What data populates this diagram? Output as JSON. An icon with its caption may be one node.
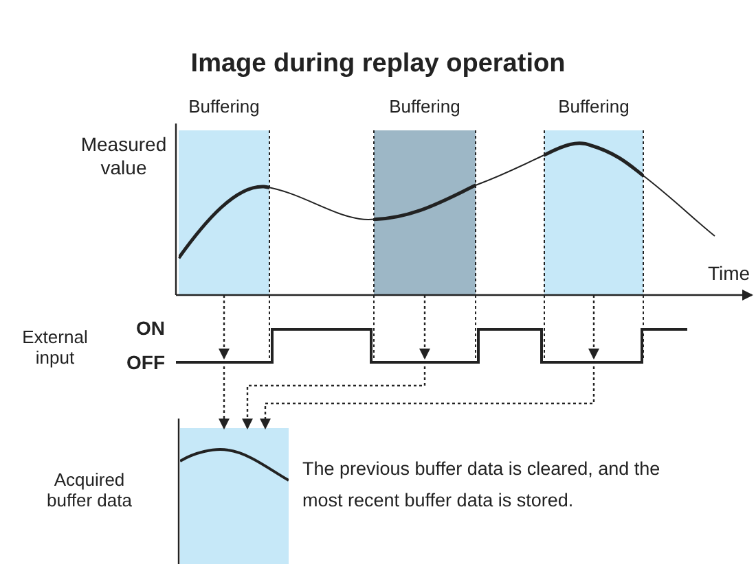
{
  "diagram": {
    "title": "Image during replay operation",
    "nodes": [
      {
        "text": [
          "Buffering"
        ]
      },
      {
        "text": [
          "Buffering"
        ]
      },
      {
        "text": [
          "Buffering"
        ]
      },
      {
        "text": [],
        "shape": "box"
      }
    ],
    "edges": [
      {
        "from": 0,
        "to": 3,
        "arrow": "to",
        "style": "dashed"
      },
      {
        "from": 1,
        "to": 3,
        "arrow": "to",
        "style": "dashed"
      },
      {
        "from": 2,
        "to": 3,
        "arrow": "to",
        "style": "dashed"
      }
    ],
    "labels": [
      "Measured value",
      "Time",
      "External input",
      "ON",
      "OFF",
      "Acquired buffer data",
      "The previous buffer data is cleared, and the most recent buffer data is stored."
    ]
  }
}
